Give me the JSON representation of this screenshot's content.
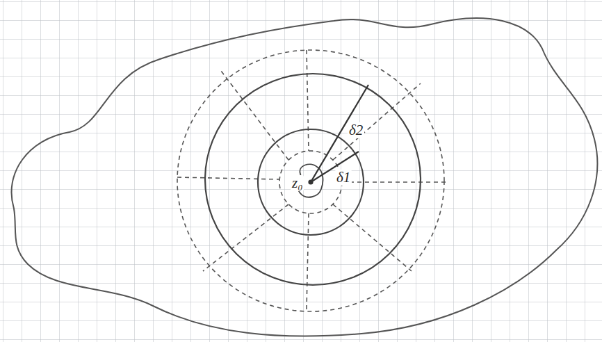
{
  "diagram": {
    "labels": [
      "z₀",
      "δ2",
      "δ1"
    ]
  }
}
